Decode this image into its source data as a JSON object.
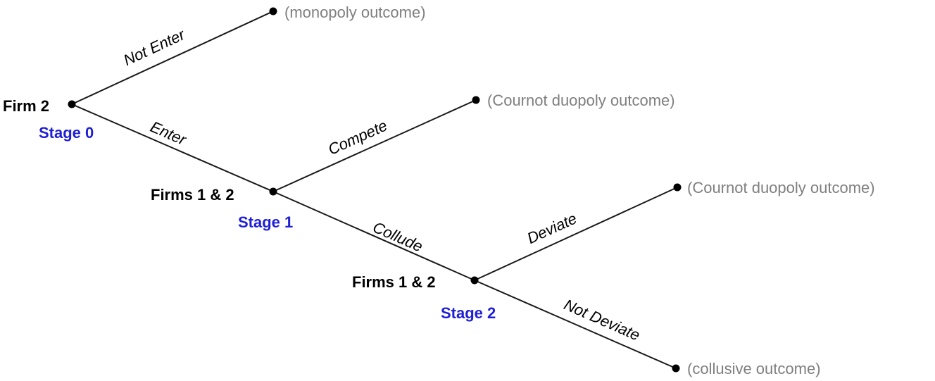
{
  "colors": {
    "stage": "#1f1fd6",
    "outcome": "#7f7f7f",
    "line": "#1a1a1a"
  },
  "players": {
    "firm2": "Firm 2",
    "firms12_stage1": "Firms 1 & 2",
    "firms12_stage2": "Firms 1 & 2"
  },
  "stages": {
    "stage0": "Stage 0",
    "stage1": "Stage 1",
    "stage2": "Stage 2"
  },
  "actions": {
    "not_enter": "Not Enter",
    "enter": "Enter",
    "compete": "Compete",
    "collude": "Collude",
    "deviate": "Deviate",
    "not_deviate": "Not Deviate"
  },
  "outcomes": {
    "monopoly": "(monopoly outcome)",
    "cournot_stage1": "(Cournot duopoly outcome)",
    "cournot_stage2": "(Cournot duopoly outcome)",
    "collusive": "(collusive outcome)"
  }
}
